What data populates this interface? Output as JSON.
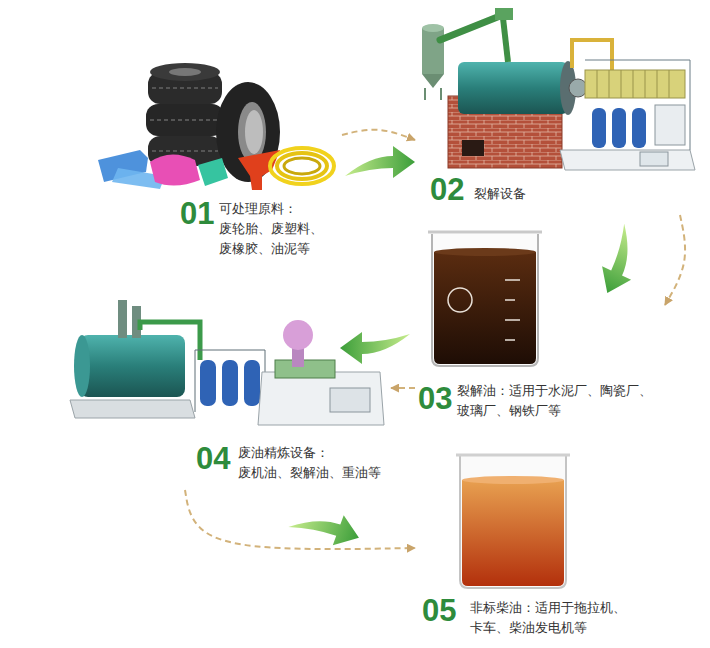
{
  "diagram": {
    "nodes": [
      {
        "text": [
          "01",
          "可处理原料： 废轮胎、废塑料、 废橡胶、油泥等"
        ]
      },
      {
        "text": [
          "02",
          "裂解设备"
        ]
      },
      {
        "text": [
          "03",
          "裂解油：适用于水泥厂、陶瓷厂、 玻璃厂、钢铁厂等"
        ]
      },
      {
        "text": [
          "04",
          "废油精炼设备： 废机油、裂解油、重油等"
        ]
      },
      {
        "text": [
          "05",
          "非标柴油：适用于拖拉机、 卡车、柴油发电机等"
        ]
      }
    ],
    "edges": [
      {
        "from": 0,
        "to": 1,
        "arrow": "to"
      },
      {
        "from": 1,
        "to": 2,
        "arrow": "to"
      },
      {
        "from": 2,
        "to": 3,
        "arrow": "to"
      },
      {
        "from": 3,
        "to": 4,
        "arrow": "to"
      }
    ]
  }
}
